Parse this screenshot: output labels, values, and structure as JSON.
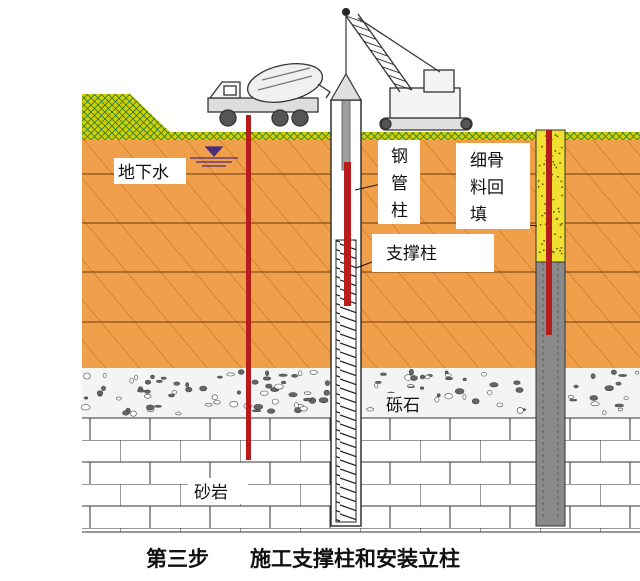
{
  "labels": {
    "groundwater": "地下水",
    "steel_tube_column_chars": [
      "钢",
      "管",
      "柱"
    ],
    "fine_aggregate_chars": [
      "细骨",
      "料回",
      "填"
    ],
    "support_pile": "支撑柱",
    "gravel": "砾石",
    "sandstone": "砂岩"
  },
  "caption": {
    "step": "第三步",
    "title": "施工支撑柱和安装立柱"
  },
  "colors": {
    "soil": "#f0a04a",
    "soil_hatch": "#c86a1c",
    "surface_embankment": "#d4d000",
    "surface_hatch": "#2e7d32",
    "gravel_bg": "#f4f4f4",
    "rock_line": "#333333",
    "steel_red": "#b71c1c",
    "steel_dark": "#555555",
    "concrete": "#8a8a8a",
    "backfill": "#f0e130"
  },
  "icons": [
    "concrete-mixer-truck-icon",
    "crawler-crane-icon",
    "water-table-icon"
  ]
}
